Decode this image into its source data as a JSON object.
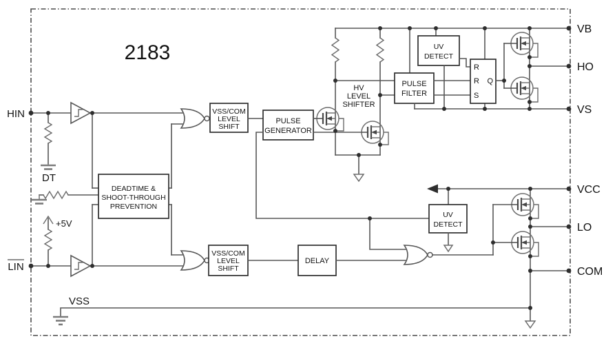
{
  "figure": {
    "title": "2183",
    "left_pins": {
      "hin": "HIN",
      "lin": "LIN"
    },
    "right_pins": {
      "vb": "VB",
      "ho": "HO",
      "vs": "VS",
      "vcc": "VCC",
      "lo": "LO",
      "com": "COM"
    },
    "internal_labels": {
      "dt": "DT",
      "vss": "VSS",
      "plus5v": "+5V"
    },
    "blocks": {
      "deadtime": [
        "DEADTIME &",
        "SHOOT-THROUGH",
        "PREVENTION"
      ],
      "vsscom_high": [
        "VSS/COM",
        "LEVEL",
        "SHIFT"
      ],
      "vsscom_low": [
        "VSS/COM",
        "LEVEL",
        "SHIFT"
      ],
      "pulse_generator": [
        "PULSE",
        "GENERATOR"
      ],
      "pulse_filter": [
        "PULSE",
        "FILTER"
      ],
      "hv_level_shifter": [
        "HV",
        "LEVEL",
        "SHIFTER"
      ],
      "uv_detect_high": [
        "UV",
        "DETECT"
      ],
      "uv_detect_low": [
        "UV",
        "DETECT"
      ],
      "delay": [
        "DELAY"
      ],
      "latch": {
        "r1": "R",
        "r2": "R",
        "s": "S",
        "q": "Q"
      }
    },
    "colors": {
      "wire": "#565656",
      "block_stroke": "#2e2e2e",
      "text": "#111111",
      "bg": "#ffffff"
    }
  }
}
